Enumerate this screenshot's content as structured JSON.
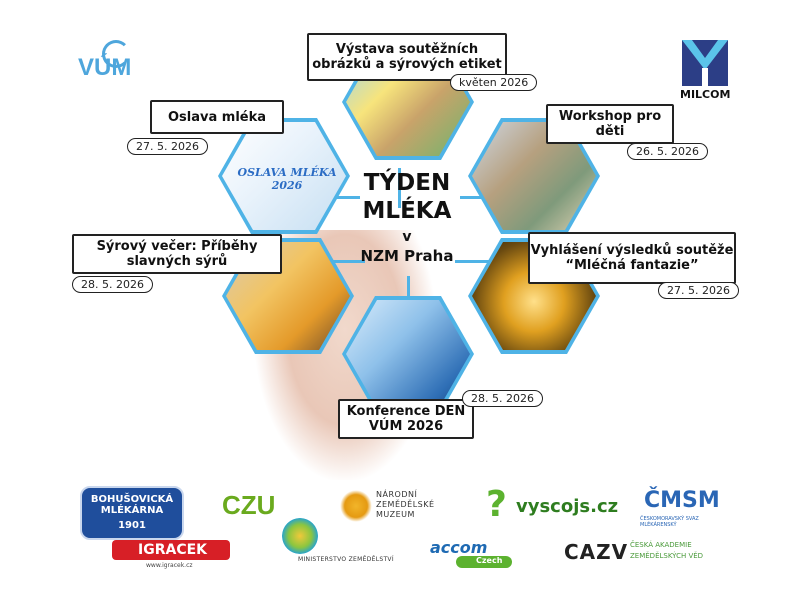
{
  "center": {
    "line1": "TÝDEN",
    "line2": "MLÉKA",
    "line3": "v",
    "line4": "NZM Praha"
  },
  "events": [
    {
      "title": "Výstava soutěžních obrázků a sýrových etiket",
      "date": "květen 2026"
    },
    {
      "title": "Workshop pro děti",
      "date": "26. 5. 2026"
    },
    {
      "title": "Vyhlášení výsledků soutěže “Mléčná fantazie”",
      "date": "27. 5. 2026"
    },
    {
      "title": "Konference DEN VÚM 2026",
      "date": "28. 5. 2026"
    },
    {
      "title": "Sýrový večer: Příběhy slavných sýrů",
      "date": "28. 5. 2026"
    },
    {
      "title": "Oslava mléka",
      "date": "27. 5. 2026"
    }
  ],
  "hex_overlay": {
    "oslava": "OSLAVA MLÉKA 2026"
  },
  "logos": {
    "vum": "VÚM",
    "milcom": "MILCOM",
    "bohusovicka": "BOHUŠOVICKÁ MLÉKÁRNA",
    "bohusovicka_year": "1901",
    "czu": "CZU",
    "nzm": "NÁRODNÍ ZEMĚDĚLSKÉ MUZEUM",
    "vyscojs": "vyscojs.cz",
    "cmsm": "ČMSM",
    "cmsm_sub": "ČESKOMORAVSKÝ SVAZ MLÉKÁRENSKÝ",
    "igracek": "IGRACEK",
    "igracek_url": "www.igracek.cz",
    "mze": "MINISTERSTVO ZEMĚDĚLSTVÍ",
    "accom": "accom",
    "accom_sub": "Czech",
    "cazv": "CAZV",
    "cazv_sub": "ČESKÁ AKADEMIE ZEMĚDĚLSKÝCH VĚD"
  },
  "colors": {
    "accent": "#4fb3e6",
    "text": "#111111"
  }
}
